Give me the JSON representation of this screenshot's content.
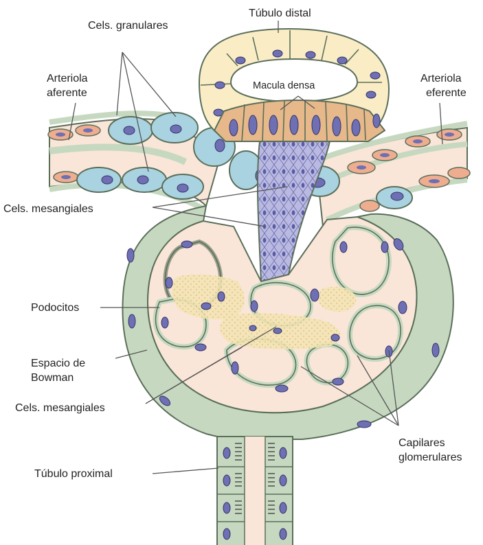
{
  "labels": {
    "tubulo_distal": "Túbulo distal",
    "cels_granulares": "Cels. granulares",
    "arteriola_aferente": [
      "Arteriola",
      "aferente"
    ],
    "arteriola_eferente": [
      "Arteriola",
      "eferente"
    ],
    "macula_densa": "Macula densa",
    "cels_mesangiales_top": "Cels. mesangiales",
    "podocitos": "Podocitos",
    "espacio_bowman": [
      "Espacio de",
      "Bowman"
    ],
    "cels_mesangiales_bottom": "Cels. mesangiales",
    "capilares_glomerulares": [
      "Capilares",
      "glomerulares"
    ],
    "tubulo_proximal": "Túbulo proximal"
  },
  "colors": {
    "membrane": "#c6d9c0",
    "outline": "#5a6e5a",
    "bowman_space": "#f9e6d8",
    "granular_cell": "#a9d3e0",
    "distal_cell": "#faedc6",
    "macula_cell": "#e6b88a",
    "mesangium": "#b9b9e4",
    "mesangial_matrix": "#f3e4b3",
    "nucleus": "#6f6fb4",
    "vessel_red": "#efad90",
    "leader_line": "#555555"
  }
}
